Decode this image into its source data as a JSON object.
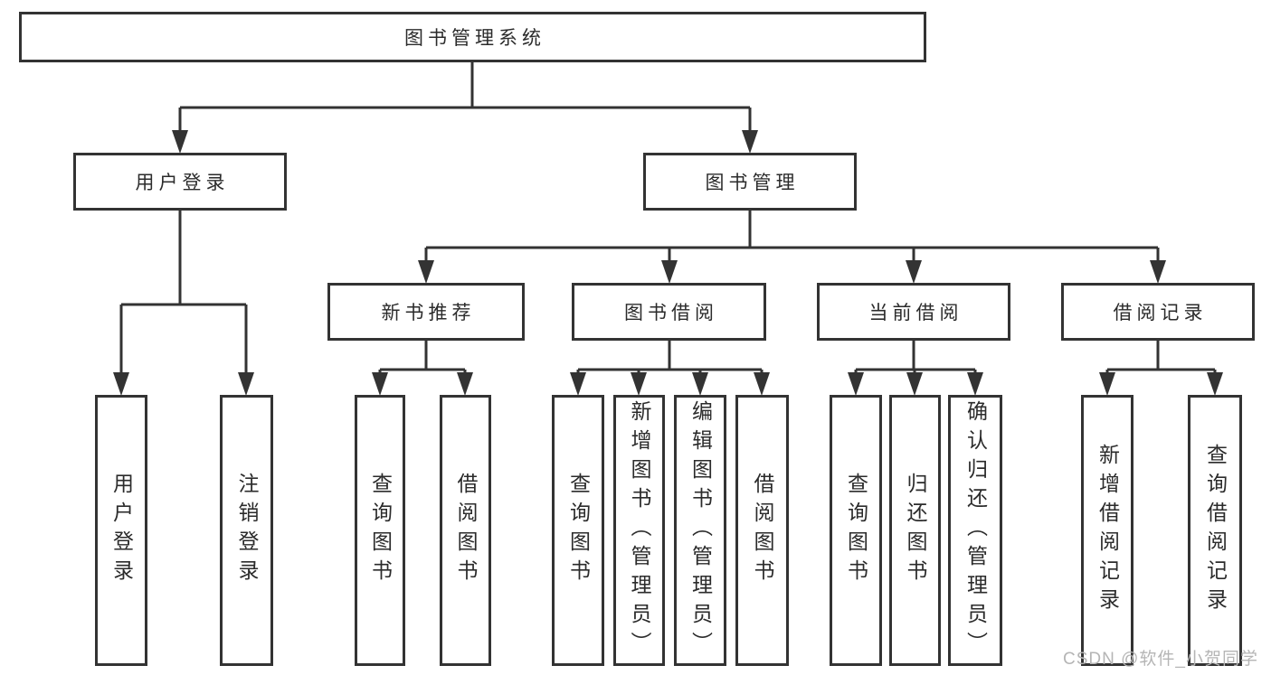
{
  "tree": {
    "label": "图书管理系统",
    "children": [
      {
        "label": "用户登录",
        "children": [
          {
            "label": "用户登录"
          },
          {
            "label": "注销登录"
          }
        ]
      },
      {
        "label": "图书管理",
        "children": [
          {
            "label": "新书推荐",
            "children": [
              {
                "label": "查询图书"
              },
              {
                "label": "借阅图书"
              }
            ]
          },
          {
            "label": "图书借阅",
            "children": [
              {
                "label": "查询图书"
              },
              {
                "label": "新增图书（管理员）"
              },
              {
                "label": "编辑图书（管理员）"
              },
              {
                "label": "借阅图书"
              }
            ]
          },
          {
            "label": "当前借阅",
            "children": [
              {
                "label": "查询图书"
              },
              {
                "label": "归还图书"
              },
              {
                "label": "确认归还（管理员）"
              }
            ]
          },
          {
            "label": "借阅记录",
            "children": [
              {
                "label": "新增借阅记录"
              },
              {
                "label": "查询借阅记录"
              }
            ]
          }
        ]
      }
    ]
  },
  "watermark": {
    "text": "CSDN @软件_小贺同学"
  },
  "colors": {
    "line": "#333333",
    "box_background": "#ffffff",
    "text": "#2b2b2b",
    "watermark": "#b5b5b5"
  }
}
